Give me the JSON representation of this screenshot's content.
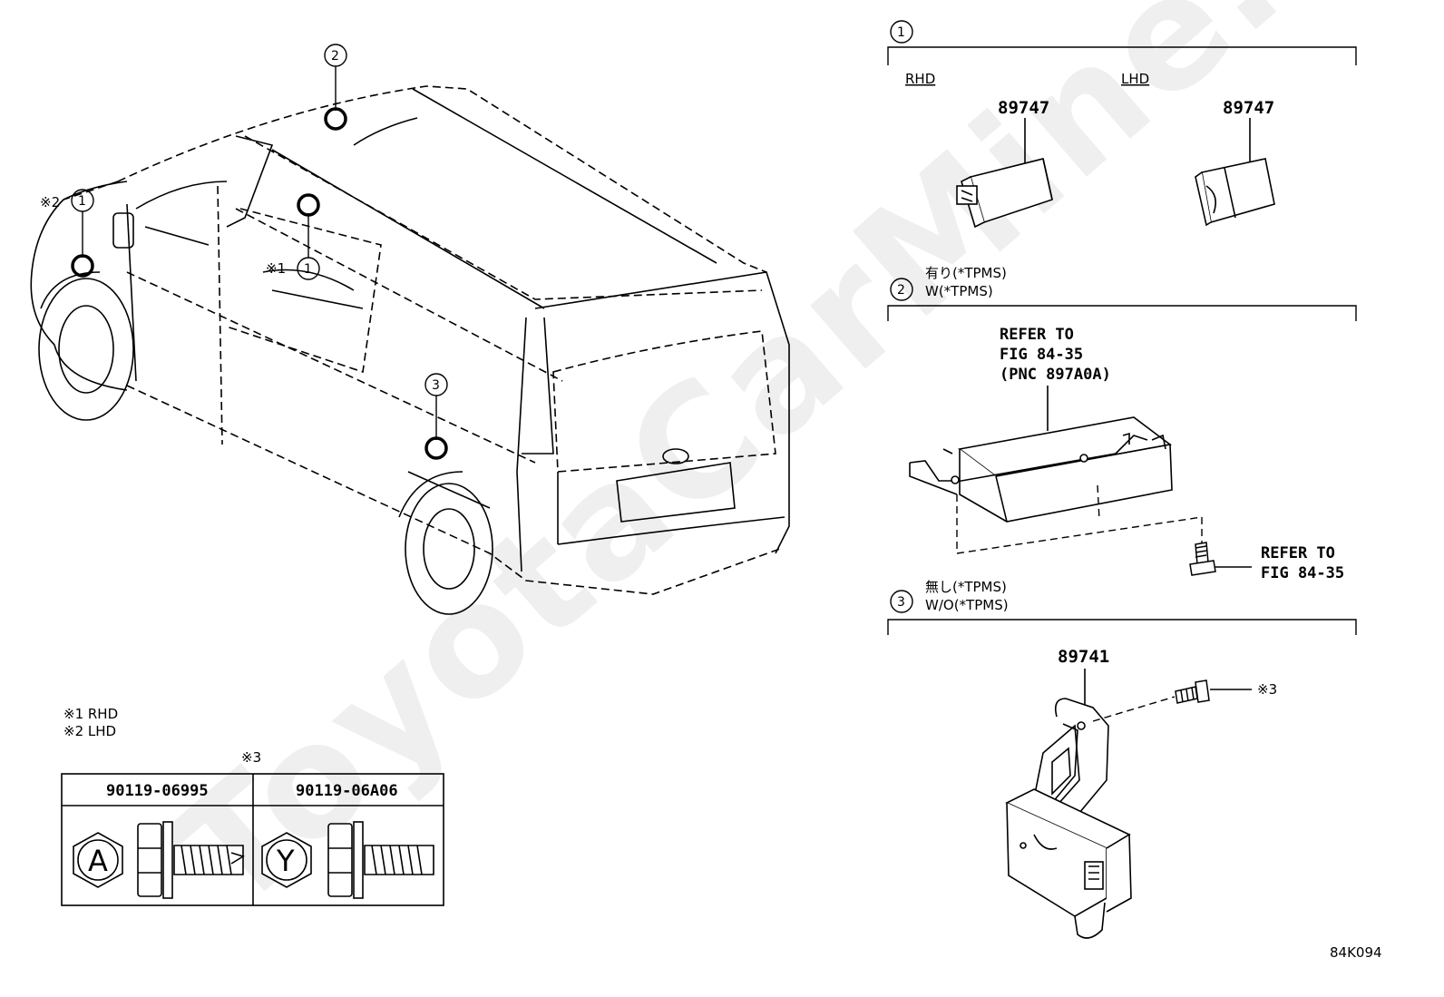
{
  "diagram": {
    "figure_code": "84K094",
    "watermark": "ToyotaCarMine.ru",
    "callouts": {
      "one": "1",
      "two": "2",
      "three": "3"
    },
    "vehicle_labels": {
      "note2_mark": "※2",
      "note1_mark": "※1"
    },
    "section1": {
      "rhd_label": "RHD",
      "lhd_label": "LHD",
      "rhd_part": "89747",
      "lhd_part": "89747"
    },
    "section2": {
      "label_jp": "有り(*TPMS)",
      "label_en": "W(*TPMS)",
      "refer1_line1": "REFER TO",
      "refer1_line2": "FIG 84-35",
      "refer1_line3": "(PNC 897A0A)",
      "refer2_line1": "REFER TO",
      "refer2_line2": "FIG 84-35"
    },
    "section3": {
      "label_jp": "無し(*TPMS)",
      "label_en": "W/O(*TPMS)",
      "part": "89741",
      "bolt_note": "※3"
    },
    "notes": {
      "note1": "※1 RHD",
      "note2": "※2 LHD"
    },
    "bolt_table": {
      "title": "※3",
      "col1_part": "90119-06995",
      "col2_part": "90119-06A06",
      "col1_mark": "A",
      "col2_mark": "Y"
    }
  }
}
